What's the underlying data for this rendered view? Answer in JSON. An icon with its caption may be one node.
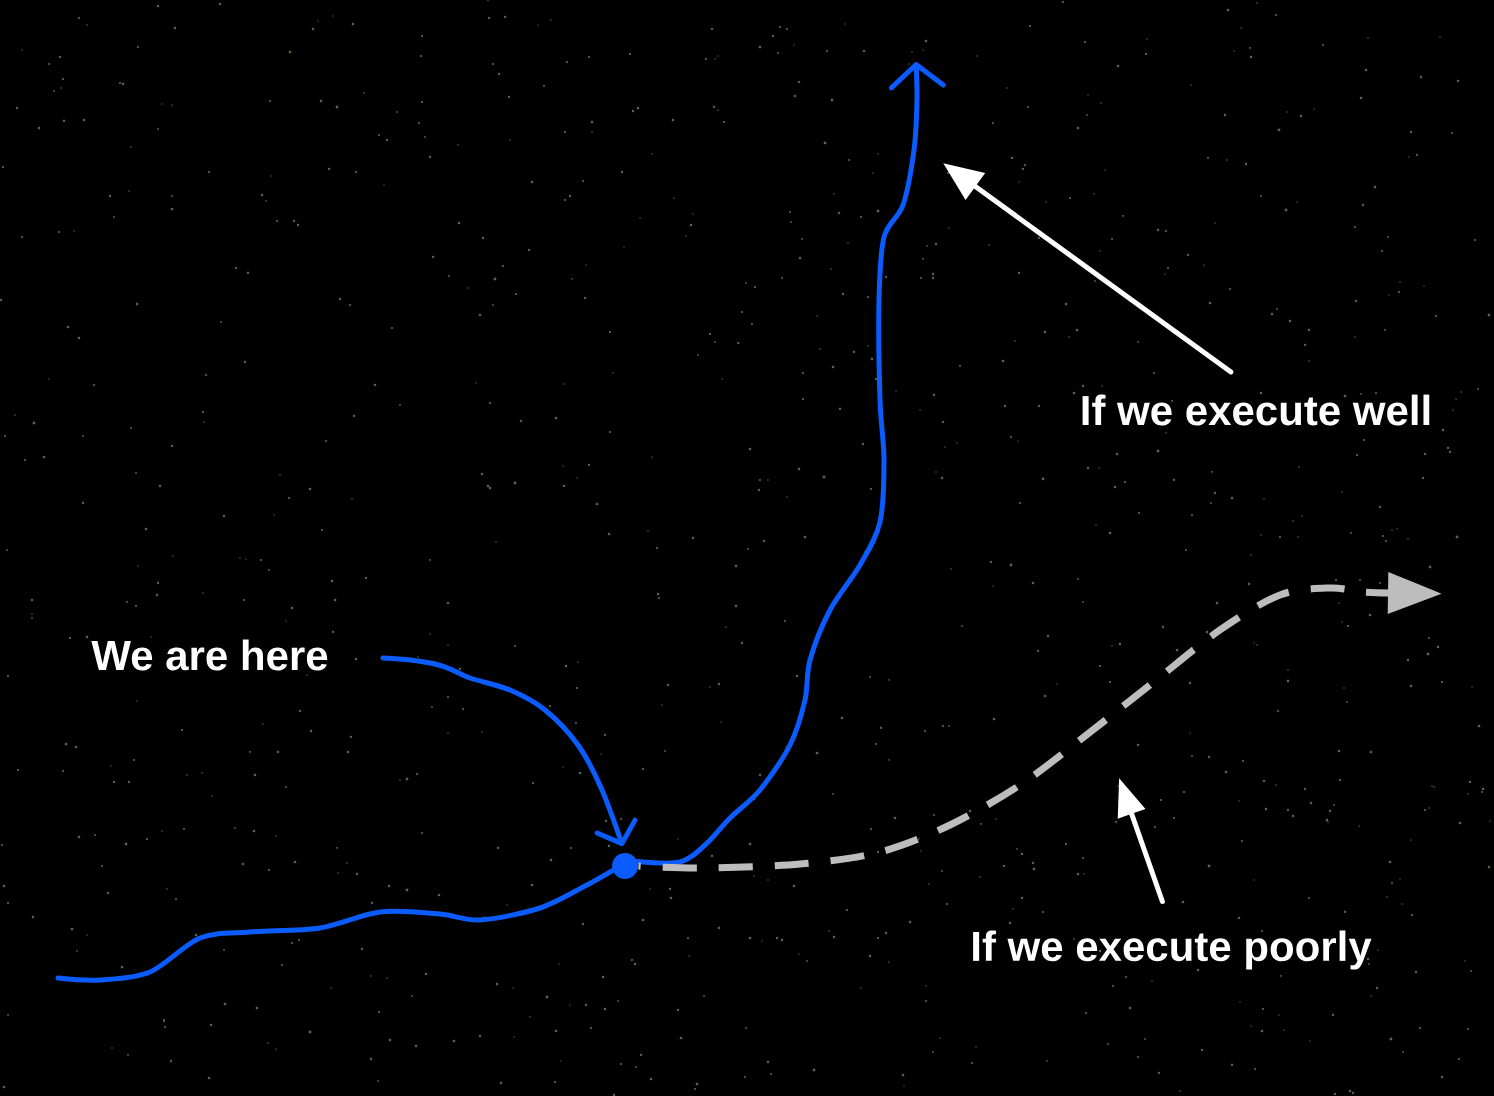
{
  "diagram": {
    "nodes": [
      {
        "text": [
          "We are here"
        ]
      },
      {
        "text": [],
        "shape": "circle"
      },
      {
        "text": [
          "If we execute well"
        ]
      },
      {
        "text": [
          "If we execute poorly"
        ]
      }
    ],
    "edges": [
      {
        "from": null,
        "to": 1,
        "arrow": "none"
      },
      {
        "from": 1,
        "to": null,
        "arrow": "to"
      },
      {
        "from": 1,
        "to": null,
        "arrow": "to",
        "style": "dashed",
        "color": "#bdbdbd"
      },
      {
        "from": 0,
        "to": 1,
        "arrow": "to"
      },
      {
        "from": 2,
        "to": null,
        "arrow": "to",
        "color": "#ffffff"
      },
      {
        "from": 3,
        "to": null,
        "arrow": "to",
        "color": "#ffffff"
      }
    ]
  }
}
